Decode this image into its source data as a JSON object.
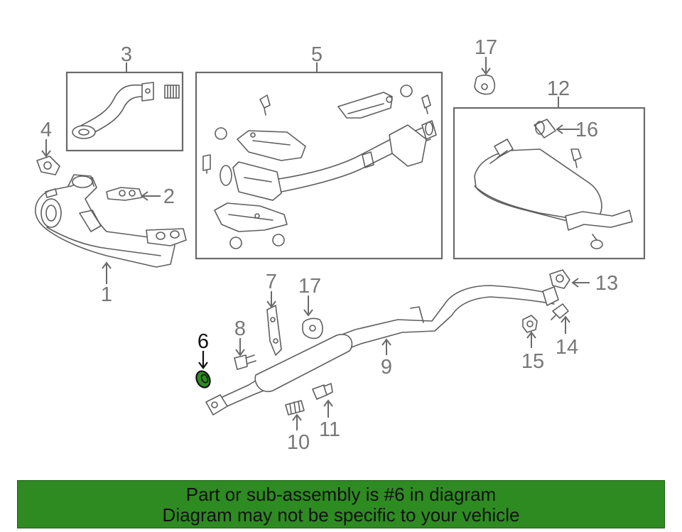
{
  "diagram": {
    "highlight_color": "#2e8b22",
    "highlighted_part": "6",
    "callouts": {
      "c1": "1",
      "c2": "2",
      "c3": "3",
      "c4": "4",
      "c5": "5",
      "c6": "6",
      "c7": "7",
      "c8": "8",
      "c9": "9",
      "c10": "10",
      "c11": "11",
      "c12": "12",
      "c13": "13",
      "c14": "14",
      "c15": "15",
      "c16": "16",
      "c17a": "17",
      "c17b": "17"
    }
  },
  "banner": {
    "line1": "Part or sub-assembly is #6 in diagram",
    "line2": "Diagram may not be specific to your vehicle",
    "background": "#2e8b22"
  }
}
